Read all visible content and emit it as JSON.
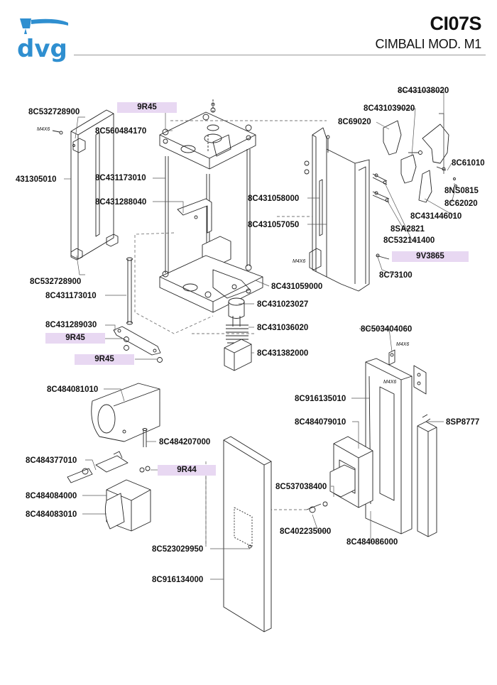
{
  "header": {
    "logo_text": "dvg",
    "model": "CI07S",
    "subtitle": "CIMBALI MOD. M1",
    "logo_color": "#2f8fd0"
  },
  "labels": {
    "l_8c532728900_top": "8C532728900",
    "l_431305010": "431305010",
    "l_8c532728900_bot": "8C532728900",
    "l_8c431173010_b": "8C431173010",
    "l_8c560484170": "8C560484170",
    "l_8c431173010_a": "8C431173010",
    "l_8c431288040": "8C431288040",
    "l_8c431289030": "8C431289030",
    "l_8c431059000": "8C431059000",
    "l_8c431023027": "8C431023027",
    "l_8c431036020": "8C431036020",
    "l_8c431382000": "8C431382000",
    "l_8c431038020": "8C431038020",
    "l_8c431039020": "8C431039020",
    "l_8c69020": "8C69020",
    "l_8c61010": "8C61010",
    "l_8ns0815": "8NS0815",
    "l_8c62020": "8C62020",
    "l_8c431446010": "8C431446010",
    "l_8c431058000": "8C431058000",
    "l_8c431057050": "8C431057050",
    "l_8sa2821": "8SA2821",
    "l_8c532141400": "8C532141400",
    "l_8c73100": "8C73100",
    "l_8c503404060": "8C503404060",
    "l_8c916135010": "8C916135010",
    "l_8c484079010": "8C484079010",
    "l_8sp8777": "8SP8777",
    "l_8c537038400": "8C537038400",
    "l_8c402235000": "8C402235000",
    "l_8c484086000": "8C484086000",
    "l_8c484081010": "8C484081010",
    "l_8c484207000": "8C484207000",
    "l_8c484377010": "8C484377010",
    "l_8c484084000": "8C484084000",
    "l_8c484083010": "8C484083010",
    "l_8c523029950": "8C523029950",
    "l_8c916134000": "8C916134000"
  },
  "tags": {
    "t_9r45_top": "9R45",
    "t_9r45_mid": "9R45",
    "t_9r45_bot": "9R45",
    "t_9v3865": "9V3865",
    "t_9r44": "9R44"
  },
  "screws": {
    "s1": "M4X6",
    "s2": "M4X6",
    "s3": "M4X6",
    "s4": "M4X6"
  },
  "colors": {
    "tag_fill": "#e8d8f2",
    "line": "#222222",
    "leader": "#555555"
  }
}
